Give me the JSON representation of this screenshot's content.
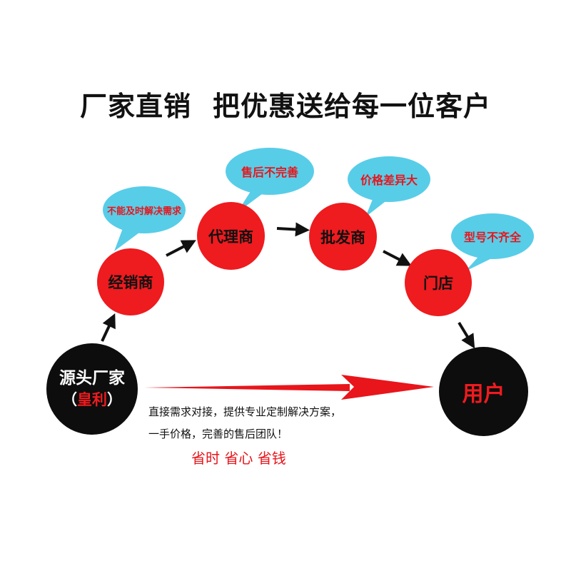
{
  "title": {
    "left": "厂家直销",
    "right": "把优惠送给每一位客户"
  },
  "nodes": {
    "dealer": "经销商",
    "agent": "代理商",
    "wholesaler": "批发商",
    "store": "门店",
    "source": {
      "line1": "源头厂家",
      "open": "（",
      "brand": "皇利",
      "close": "）"
    },
    "user": "用户"
  },
  "bubbles": {
    "dealer": "不能及时解决需求",
    "agent": "售后不完善",
    "wholesaler": "价格差异大",
    "store": "型号不齐全"
  },
  "description": {
    "line1": "直接需求对接，提供专业定制解决方案，",
    "line2": "一手价格，完善的售后团队！",
    "savings": "省时 省心 省钱"
  },
  "colors": {
    "red": "#ee1b1f",
    "bubble": "#58cde8",
    "black": "#0d0d0d",
    "arrow": "#e8151b"
  }
}
